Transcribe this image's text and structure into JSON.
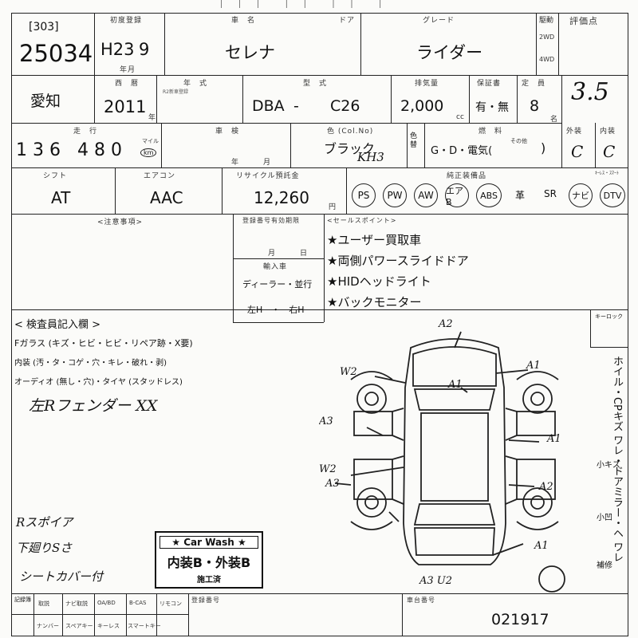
{
  "header": {
    "lot_id": "[303]",
    "lot_number": "25034",
    "first_reg_label": "初度登録",
    "first_reg_year": "H23",
    "first_reg_month": "9",
    "first_reg_month_unit": "年月",
    "car_name_label": "車　名",
    "door_label": "ドア",
    "car_name": "セレナ",
    "grade_label": "グレード",
    "grade": "ライダー",
    "drive_label": "駆動",
    "drive_2wd": "2WD",
    "drive_4wd": "4WD",
    "score_label": "評価点",
    "score": "3.5"
  },
  "row2": {
    "region": "愛知",
    "western_label": "西　暦",
    "year": "2011",
    "year_unit": "年",
    "model_year_label": "年　式",
    "model_type_label": "型　式",
    "model_prefix": "DBA",
    "model_code": "C26",
    "displacement_label": "排気量",
    "displacement": "2,000",
    "displacement_unit": "cc",
    "warranty_label": "保証書",
    "warranty": "有・無",
    "capacity_label": "定　員",
    "capacity": "8",
    "capacity_unit": "名"
  },
  "row3": {
    "mileage_label": "走　行",
    "mileage": "136 480",
    "mileage_unit_mile": "マイル",
    "mileage_unit_km": "km",
    "inspection_label": "車　検",
    "inspection_month": "年　　　月",
    "color_label": "色 (Col.No)",
    "color": "ブラック",
    "color_code": "KH3",
    "color_change_label": "色替",
    "fuel_label": "燃　料",
    "fuel_options": "G・D・電気(",
    "fuel_other": "その他",
    "exterior_label": "外装",
    "exterior_grade": "C",
    "interior_label": "内装",
    "interior_grade": "C"
  },
  "row4": {
    "shift_label": "シフト",
    "shift": "AT",
    "ac_label": "エアコン",
    "ac": "AAC",
    "recycle_label": "リサイクル預託金",
    "recycle": "12,260",
    "recycle_unit": "円",
    "equipment_label": "純正装備品",
    "equipment": [
      "PS",
      "PW",
      "AW",
      "エアB",
      "ABS",
      "革",
      "SR",
      "ナビ",
      "DTV"
    ],
    "keyless_label": "ｷｰﾚｽ・ｽﾏｰﾄ"
  },
  "row5": {
    "notes_label": "<注意事項>",
    "reg_expiry_label": "登録番号有効期限",
    "reg_expiry_month": "月　　　日",
    "import_label": "輸入車",
    "import_type": "ディーラー・並行",
    "handle": "左H　・　右H",
    "sales_label": "<セールスポイント>",
    "sales_points": [
      "★ユーザー買取車",
      "★両側パワースライドドア",
      "★HIDヘッドライト",
      "★バックモニター"
    ]
  },
  "inspector": {
    "title": "< 検査員記入欄 >",
    "line1": "Fガラス (キズ・ヒビ・ヒビ・リペア跡・X要)",
    "line2": "内装 (汚・タ・コゲ・穴・キレ・破れ・剥)",
    "line3": "オーディオ (無し・穴)・タイヤ (スタッドレス)",
    "hand_note1": "左Rフェンダー XX",
    "hand_note2": "Rスポイア",
    "hand_note3": "下廻りSさ",
    "hand_note4": "シートカバー付",
    "key_label": "キーロック",
    "side_text": "ホイル・CPキズ ワレ・ドアミラー・ヘ ワレ",
    "side_small1": "小キズ",
    "side_small2": "小凹",
    "side_small3": "補修",
    "diagram_marks": [
      "A2",
      "A1",
      "W2",
      "A1",
      "A3",
      "A1",
      "W2",
      "A3",
      "A2",
      "A1",
      "A3 U2"
    ]
  },
  "stamp": {
    "title": "★ Car Wash ★",
    "main": "内装B・外装B",
    "done": "施工済"
  },
  "bottom": {
    "labels": [
      "取説",
      "ナビ取説",
      "OA/BD",
      "B-CAS",
      "リモコン"
    ],
    "labels2": [
      "ナンバー",
      "スペアキー",
      "キーレス",
      "スマートキー"
    ],
    "reg_number_label": "登録番号",
    "chassis_label": "車台番号",
    "chassis": "021917",
    "misc": "記録簿"
  }
}
